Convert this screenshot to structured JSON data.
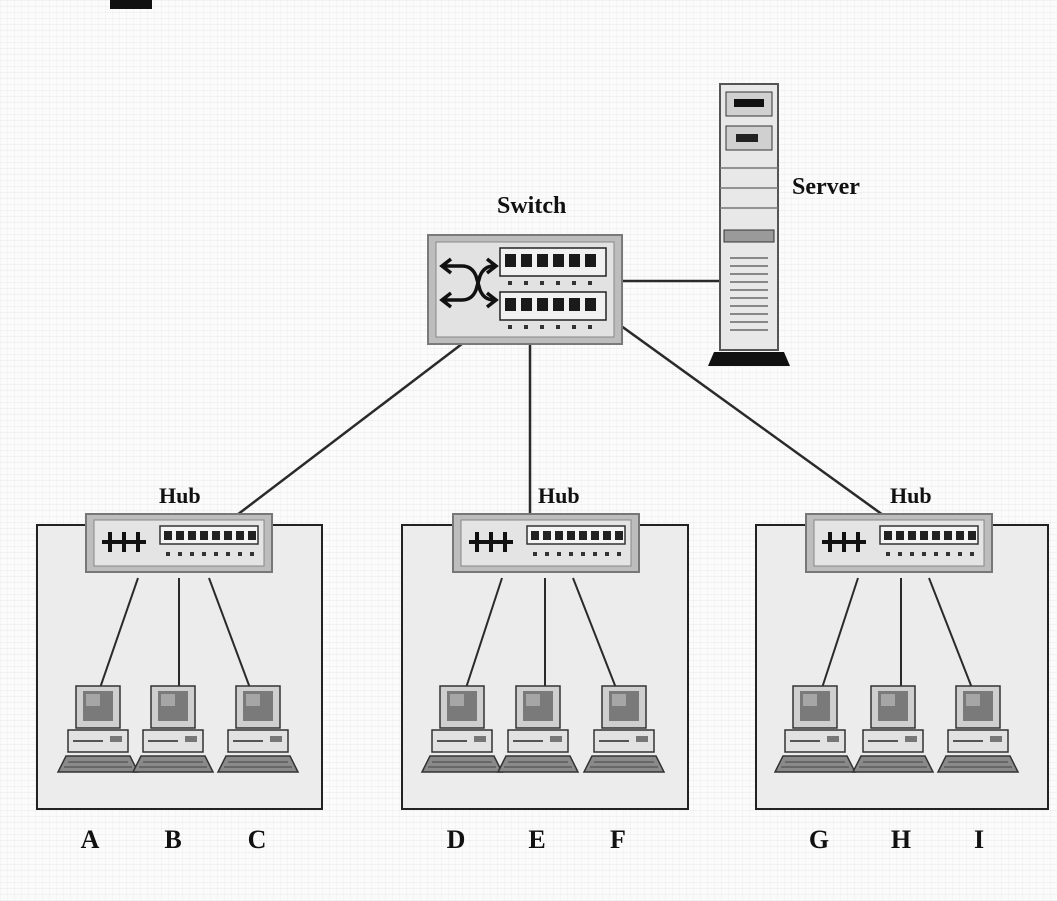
{
  "diagram": {
    "switch_label": "Switch",
    "server_label": "Server",
    "hubs": [
      {
        "label": "Hub",
        "computers": [
          "A",
          "B",
          "C"
        ]
      },
      {
        "label": "Hub",
        "computers": [
          "D",
          "E",
          "F"
        ]
      },
      {
        "label": "Hub",
        "computers": [
          "G",
          "H",
          "I"
        ]
      }
    ]
  },
  "colors": {
    "device_face": "#d8d8d8",
    "device_frame": "#9a9a9a",
    "lan_box": "#ececec",
    "line": "#2a2a2a",
    "text": "#111111"
  }
}
